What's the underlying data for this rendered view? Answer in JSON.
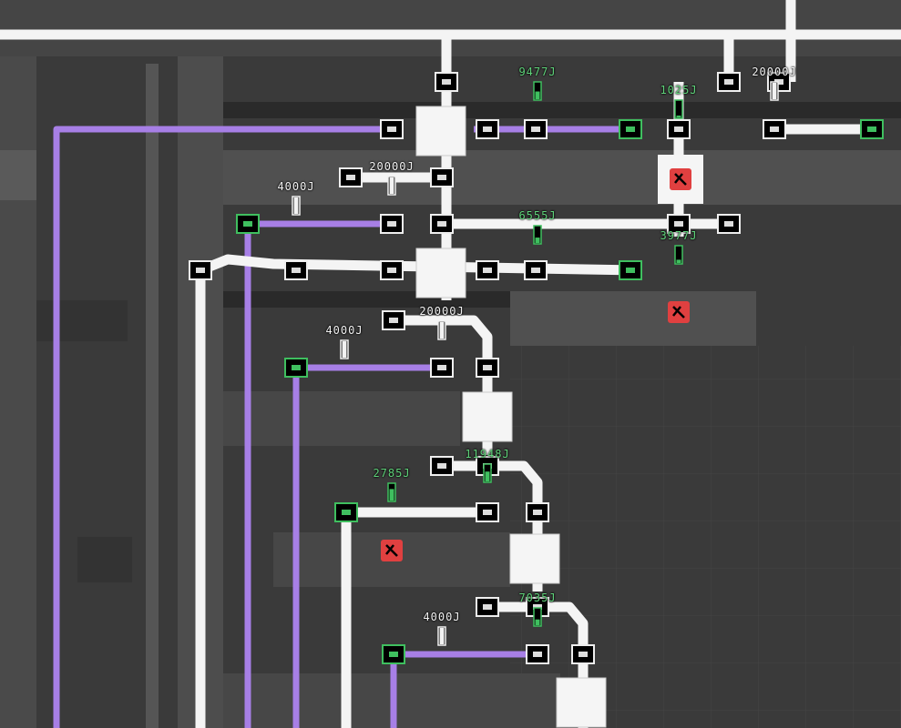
{
  "overlay": "power",
  "colors": {
    "heavy_wire": "#f4f4f4",
    "conductive_wire": "#a77fe6",
    "connected": "#3fbf5f",
    "warning": "#e04040",
    "background": "#3a3a3a"
  },
  "battery_labels": [
    {
      "text": "9477J",
      "state": "charging",
      "charge": 0.47
    },
    {
      "text": "1025J",
      "state": "charging",
      "charge": 0.05
    },
    {
      "text": "20000J",
      "state": "full",
      "charge": 1.0
    },
    {
      "text": "20000J",
      "state": "full",
      "charge": 1.0
    },
    {
      "text": "4000J",
      "state": "full",
      "charge": 1.0
    },
    {
      "text": "6555J",
      "state": "charging",
      "charge": 0.33
    },
    {
      "text": "3977J",
      "state": "charging",
      "charge": 0.2
    },
    {
      "text": "20000J",
      "state": "full",
      "charge": 1.0
    },
    {
      "text": "4000J",
      "state": "full",
      "charge": 1.0
    },
    {
      "text": "11948J",
      "state": "charging",
      "charge": 0.6
    },
    {
      "text": "2785J",
      "state": "charging",
      "charge": 0.7
    },
    {
      "text": "7035J",
      "state": "charging",
      "charge": 0.35
    },
    {
      "text": "4000J",
      "state": "full",
      "charge": 1.0
    }
  ],
  "icons": [
    "power-connector-icon",
    "transformer-icon",
    "overloaded-circuit-warning-icon",
    "battery-charge-icon"
  ]
}
